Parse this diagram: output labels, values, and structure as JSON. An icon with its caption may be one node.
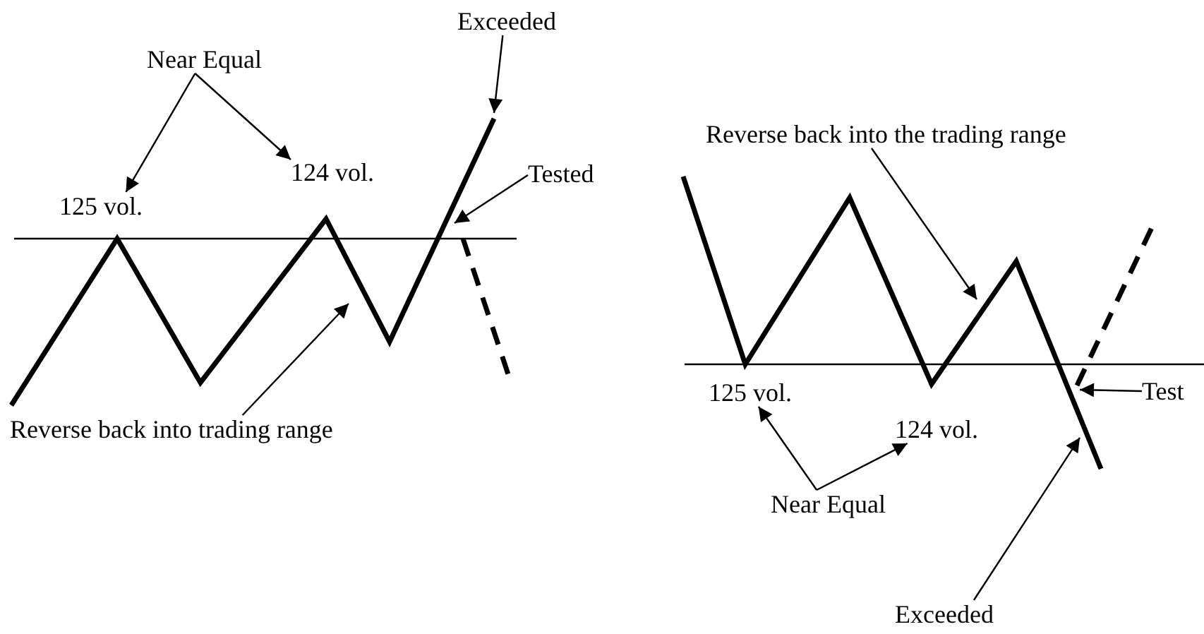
{
  "diagram": {
    "nodes": [
      {
        "text": [
          "Near Equal"
        ]
      },
      {
        "text": [
          "125 vol."
        ]
      },
      {
        "text": [
          "124 vol."
        ]
      },
      {
        "text": [
          "Exceeded"
        ]
      },
      {
        "text": [
          "Tested"
        ]
      },
      {
        "text": [
          "Reverse back into trading range"
        ]
      },
      {
        "text": [
          "Reverse back into the trading range"
        ]
      },
      {
        "text": [
          "125 vol."
        ]
      },
      {
        "text": [
          "124 vol."
        ]
      },
      {
        "text": [
          "Near Equal"
        ]
      },
      {
        "text": [
          "Test"
        ]
      },
      {
        "text": [
          "Exceeded"
        ]
      }
    ],
    "edges": [
      {
        "from": 0,
        "to": 1,
        "arrow": "to"
      },
      {
        "from": 0,
        "to": 2,
        "arrow": "to"
      },
      {
        "from": 3,
        "to": null,
        "arrow": "to"
      },
      {
        "from": 4,
        "to": null,
        "arrow": "to"
      },
      {
        "from": 5,
        "to": null,
        "arrow": "to"
      },
      {
        "from": 6,
        "to": null,
        "arrow": "to"
      },
      {
        "from": 9,
        "to": 7,
        "arrow": "to"
      },
      {
        "from": 9,
        "to": 8,
        "arrow": "to"
      },
      {
        "from": 10,
        "to": null,
        "arrow": "to"
      },
      {
        "from": 11,
        "to": null,
        "arrow": "to"
      }
    ]
  }
}
